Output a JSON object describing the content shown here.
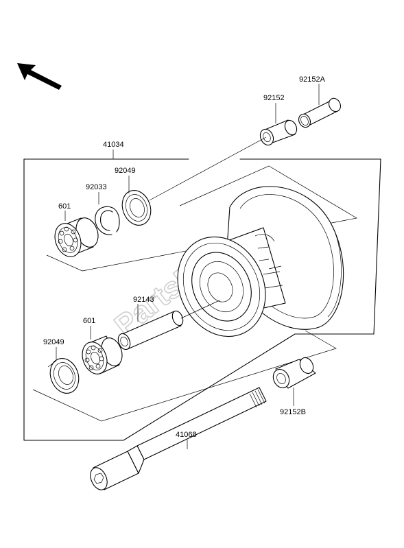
{
  "labels": {
    "p41034": "41034",
    "p92152": "92152",
    "p92152a": "92152A",
    "p92049_top": "92049",
    "p92033": "92033",
    "p601_top": "601",
    "p92143": "92143",
    "p601_bottom": "601",
    "p92049_bottom": "92049",
    "p92152b": "92152B",
    "p41068": "41068"
  },
  "watermark": "PartsRepublik",
  "icons": {
    "direction": "direction-arrow-icon",
    "watermark_logo": "gear-icon"
  },
  "colors": {
    "line": "#000000",
    "background": "#ffffff",
    "watermark": "#cfcfcf"
  }
}
